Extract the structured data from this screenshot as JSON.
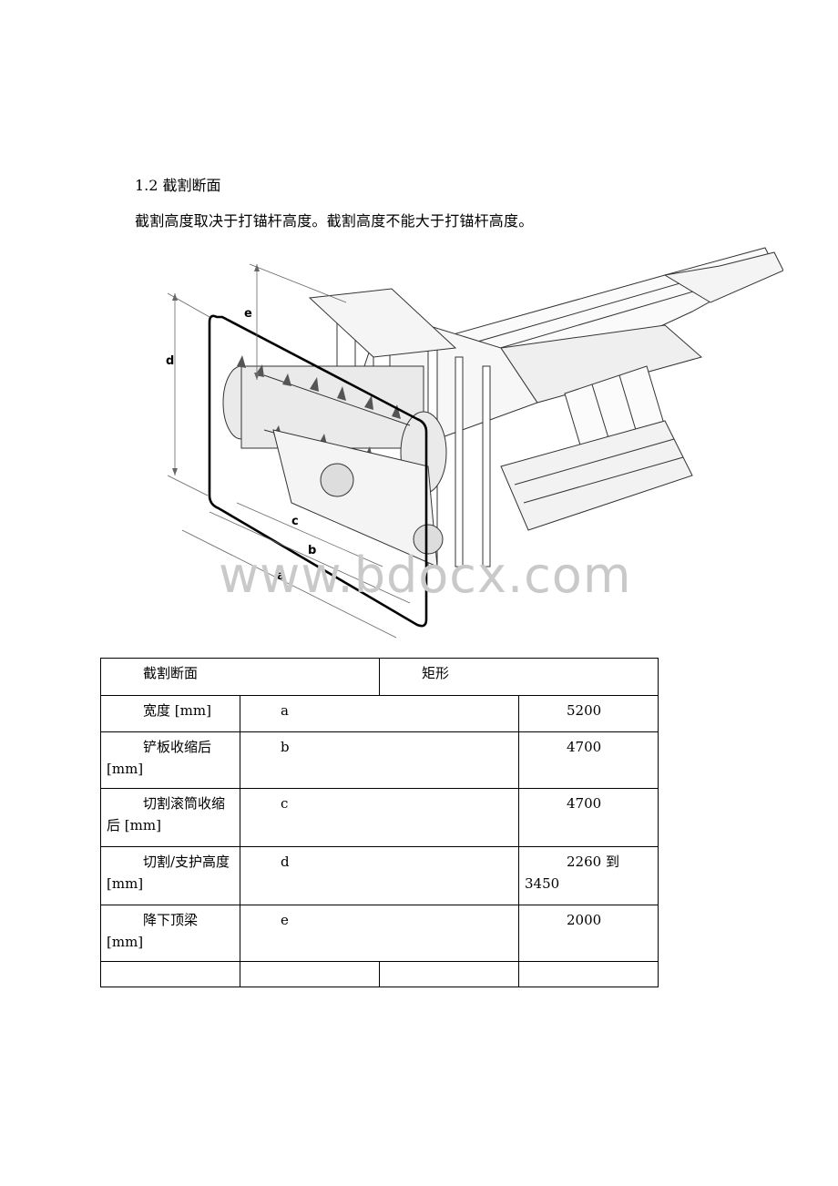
{
  "section_heading": "1.2 截割断面",
  "intro": "截割高度取决于打锚杆高度。截割高度不能大于打锚杆高度。",
  "figure_labels": {
    "a": "a",
    "b": "b",
    "c": "c",
    "d": "d",
    "e": "e"
  },
  "watermark": "www.bdocx.com",
  "table": {
    "header_left": "截割断面",
    "header_right": "矩形",
    "rows": [
      {
        "label": "宽度 [mm]",
        "key": "a",
        "value": "5200"
      },
      {
        "label": "铲板收缩后 [mm]",
        "key": "b",
        "value": "4700"
      },
      {
        "label": "切割滚筒收缩后 [mm]",
        "key": "c",
        "value": "4700"
      },
      {
        "label": "切割/支护高度 [mm]",
        "key": "d",
        "value": "2260 到 3450"
      },
      {
        "label": "降下顶梁 [mm]",
        "key": "e",
        "value": "2000"
      }
    ]
  }
}
